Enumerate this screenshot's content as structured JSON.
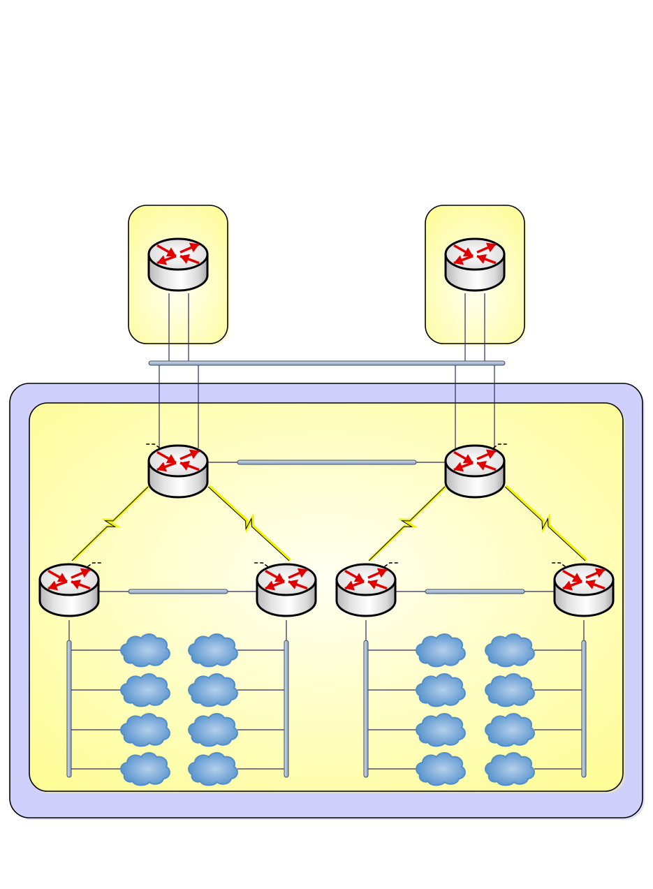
{
  "diagram": {
    "type": "network-topology",
    "colors": {
      "background": "#ffffff",
      "outer_area_fill": "#d0d0fc",
      "inner_area_fill": "#fffda0",
      "inner_area_center": "#fffff0",
      "external_box_fill": "#fffda8",
      "outline": "#000000",
      "wire": "#2a2a60",
      "bus_fill": "#b4c8dc",
      "bus_stroke": "#404860",
      "serial_link": "#f0f000",
      "router_body": "#e8e8e8",
      "router_arrow": "#e00000",
      "cloud_fill": "#4f8ec8",
      "cloud_light": "#a9c8e8"
    },
    "areas": [
      {
        "id": "external-a",
        "kind": "external-box",
        "contains": [
          "router-ext-a"
        ]
      },
      {
        "id": "external-b",
        "kind": "external-box",
        "contains": [
          "router-ext-b"
        ]
      },
      {
        "id": "core-area-outer",
        "kind": "area-outer"
      },
      {
        "id": "core-area-inner",
        "kind": "area-inner"
      }
    ],
    "routers": [
      {
        "id": "router-ext-a",
        "icon": "router-icon",
        "dashed_stub": "none"
      },
      {
        "id": "router-ext-b",
        "icon": "router-icon",
        "dashed_stub": "none"
      },
      {
        "id": "router-core-left",
        "icon": "router-icon",
        "dashed_stub": "left"
      },
      {
        "id": "router-core-right",
        "icon": "router-icon",
        "dashed_stub": "right"
      },
      {
        "id": "router-edge-1",
        "icon": "router-icon",
        "dashed_stub": "right"
      },
      {
        "id": "router-edge-2",
        "icon": "router-icon",
        "dashed_stub": "left"
      },
      {
        "id": "router-edge-3",
        "icon": "router-icon",
        "dashed_stub": "right"
      },
      {
        "id": "router-edge-4",
        "icon": "router-icon",
        "dashed_stub": "left"
      }
    ],
    "buses": [
      {
        "id": "backbone-bus",
        "orientation": "horizontal"
      },
      {
        "id": "core-bus",
        "orientation": "horizontal",
        "connects": [
          "router-core-left",
          "router-core-right"
        ]
      },
      {
        "id": "edge-bus-left",
        "orientation": "horizontal",
        "connects": [
          "router-edge-1",
          "router-edge-2"
        ]
      },
      {
        "id": "edge-bus-right",
        "orientation": "horizontal",
        "connects": [
          "router-edge-3",
          "router-edge-4"
        ]
      },
      {
        "id": "lan-bus-1",
        "orientation": "vertical",
        "router": "router-edge-1",
        "clouds": 4
      },
      {
        "id": "lan-bus-2",
        "orientation": "vertical",
        "router": "router-edge-2",
        "clouds": 4
      },
      {
        "id": "lan-bus-3",
        "orientation": "vertical",
        "router": "router-edge-3",
        "clouds": 4
      },
      {
        "id": "lan-bus-4",
        "orientation": "vertical",
        "router": "router-edge-4",
        "clouds": 4
      }
    ],
    "serial_links": [
      {
        "from": "router-core-left",
        "to": "router-edge-1"
      },
      {
        "from": "router-core-left",
        "to": "router-edge-2"
      },
      {
        "from": "router-core-right",
        "to": "router-edge-3"
      },
      {
        "from": "router-core-right",
        "to": "router-edge-4"
      }
    ],
    "backbone_links": [
      {
        "router": "router-ext-a",
        "links": 2
      },
      {
        "router": "router-ext-b",
        "links": 2
      },
      {
        "router": "router-core-left",
        "links": 2
      },
      {
        "router": "router-core-right",
        "links": 2
      }
    ]
  }
}
